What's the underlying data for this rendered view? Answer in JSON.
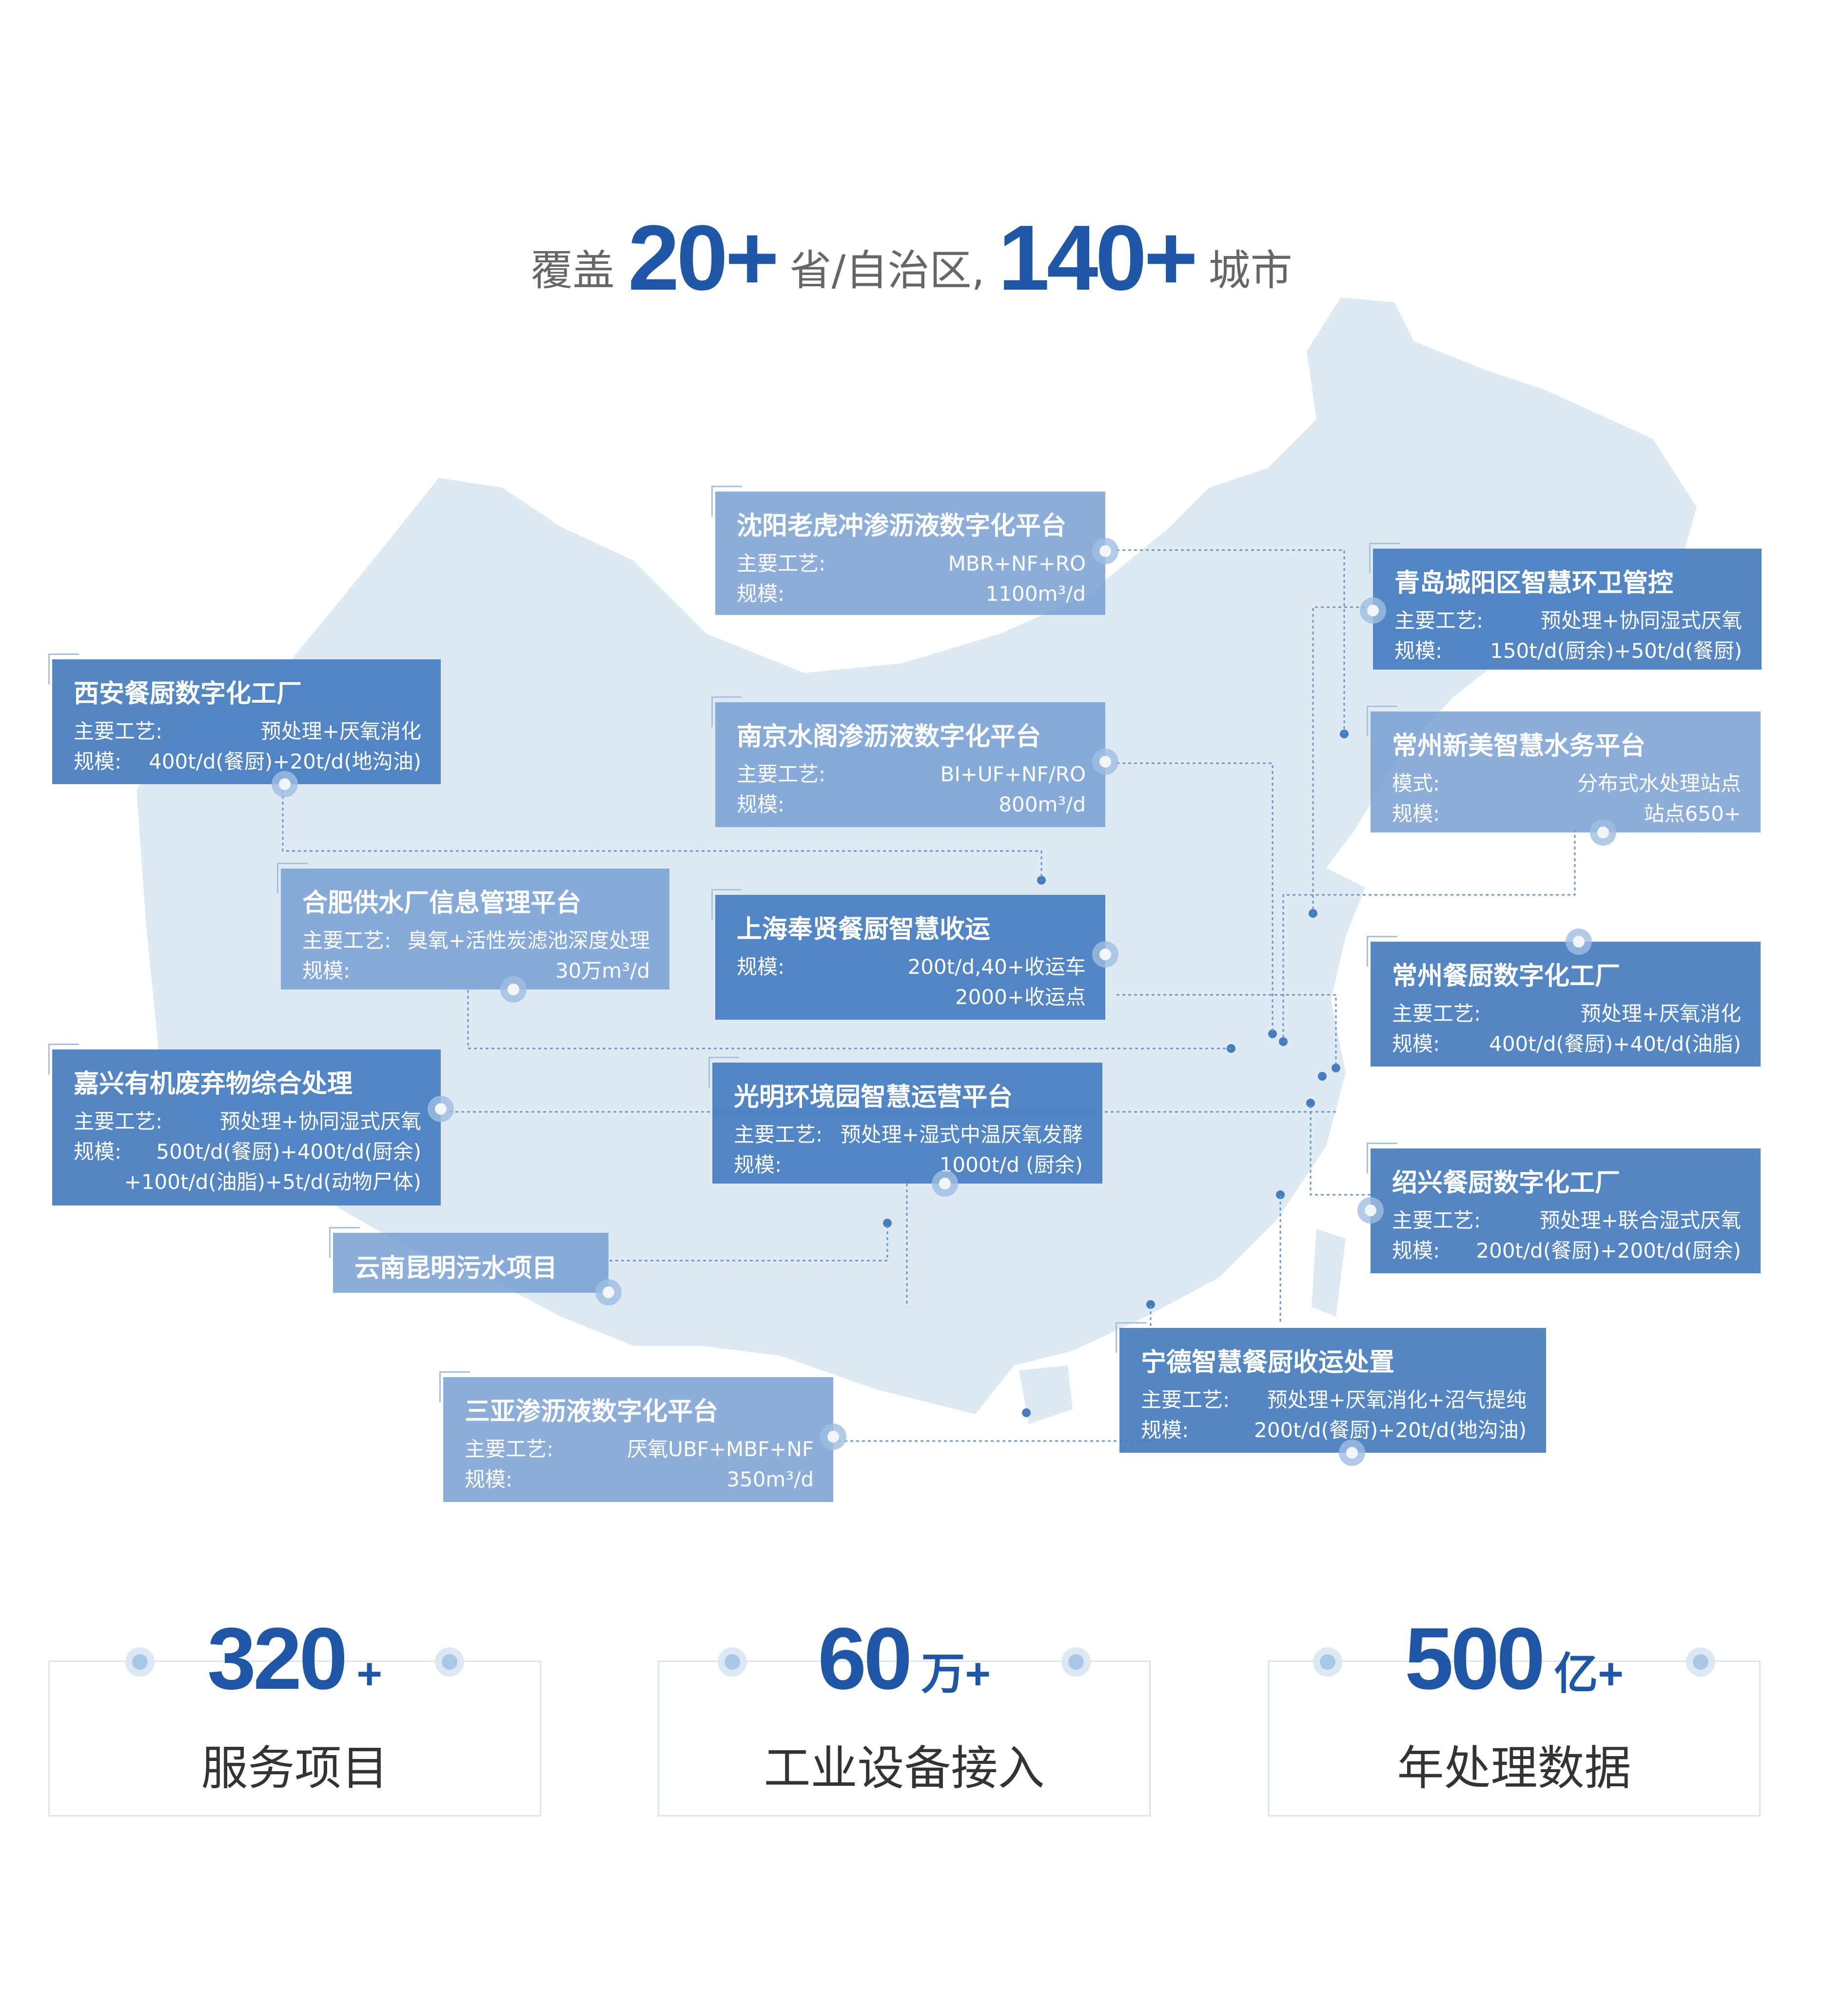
{
  "headline": {
    "prefix": "覆盖",
    "n1": "20+",
    "mid": "省/自治区,",
    "n2": "140+",
    "suffix": "城市"
  },
  "cards": [
    {
      "id": "shenyang",
      "title": "沈阳老虎冲渗沥液数字化平台",
      "rows": [
        [
          "主要工艺:",
          "MBR+NF+RO"
        ],
        [
          "规模:",
          "1100m³/d"
        ]
      ]
    },
    {
      "id": "qingdao",
      "title": "青岛城阳区智慧环卫管控",
      "rows": [
        [
          "主要工艺:",
          "预处理+协同湿式厌氧"
        ],
        [
          "规模:",
          "150t/d(厨余)+50t/d(餐厨)"
        ]
      ]
    },
    {
      "id": "xian",
      "title": "西安餐厨数字化工厂",
      "rows": [
        [
          "主要工艺:",
          "预处理+厌氧消化"
        ],
        [
          "规模:",
          "400t/d(餐厨)+20t/d(地沟油)"
        ]
      ]
    },
    {
      "id": "nanjing",
      "title": "南京水阁渗沥液数字化平台",
      "rows": [
        [
          "主要工艺:",
          "BI+UF+NF/RO"
        ],
        [
          "规模:",
          "800m³/d"
        ]
      ]
    },
    {
      "id": "czxm",
      "title": "常州新美智慧水务平台",
      "rows": [
        [
          "模式:",
          "分布式水处理站点"
        ],
        [
          "规模:",
          "站点650+"
        ]
      ]
    },
    {
      "id": "hefei",
      "title": "合肥供水厂信息管理平台",
      "rows": [
        [
          "主要工艺:",
          "臭氧+活性炭滤池深度处理"
        ],
        [
          "规模:",
          "30万m³/d"
        ]
      ]
    },
    {
      "id": "shanghai",
      "title": "上海奉贤餐厨智慧收运",
      "rows": [
        [
          "规模:",
          "200t/d,40+收运车"
        ],
        [
          "",
          "2000+收运点"
        ]
      ]
    },
    {
      "id": "czcc",
      "title": "常州餐厨数字化工厂",
      "rows": [
        [
          "主要工艺:",
          "预处理+厌氧消化"
        ],
        [
          "规模:",
          "400t/d(餐厨)+40t/d(油脂)"
        ]
      ]
    },
    {
      "id": "jiaxing",
      "title": "嘉兴有机废弃物综合处理",
      "rows": [
        [
          "主要工艺:",
          "预处理+协同湿式厌氧"
        ],
        [
          "规模:",
          "500t/d(餐厨)+400t/d(厨余)"
        ],
        [
          "",
          "+100t/d(油脂)+5t/d(动物尸体)"
        ]
      ]
    },
    {
      "id": "guangming",
      "title": "光明环境园智慧运营平台",
      "rows": [
        [
          "主要工艺:",
          "预处理+湿式中温厌氧发酵"
        ],
        [
          "规模:",
          "1000t/d (厨余)"
        ]
      ]
    },
    {
      "id": "shaoxing",
      "title": "绍兴餐厨数字化工厂",
      "rows": [
        [
          "主要工艺:",
          "预处理+联合湿式厌氧"
        ],
        [
          "规模:",
          "200t/d(餐厨)+200t/d(厨余)"
        ]
      ]
    },
    {
      "id": "yunnan",
      "title": "云南昆明污水项目",
      "rows": []
    },
    {
      "id": "ningde",
      "title": "宁德智慧餐厨收运处置",
      "rows": [
        [
          "主要工艺:",
          "预处理+厌氧消化+沼气提纯"
        ],
        [
          "规模:",
          "200t/d(餐厨)+20t/d(地沟油)"
        ]
      ]
    },
    {
      "id": "sanya",
      "title": "三亚渗沥液数字化平台",
      "rows": [
        [
          "主要工艺:",
          "厌氧UBF+MBF+NF"
        ],
        [
          "规模:",
          "350m³/d"
        ]
      ]
    }
  ],
  "stats": [
    {
      "num": "320",
      "unit": "+",
      "label": "服务项目"
    },
    {
      "num": "60",
      "unit": "万+",
      "label": "工业设备接入"
    },
    {
      "num": "500",
      "unit": "亿+",
      "label": "年处理数据"
    }
  ],
  "colors": {
    "accent": "#1f56a6",
    "card_dark": "#467dbe",
    "card_light": "#78a0d2",
    "map": "#dde9f3"
  }
}
